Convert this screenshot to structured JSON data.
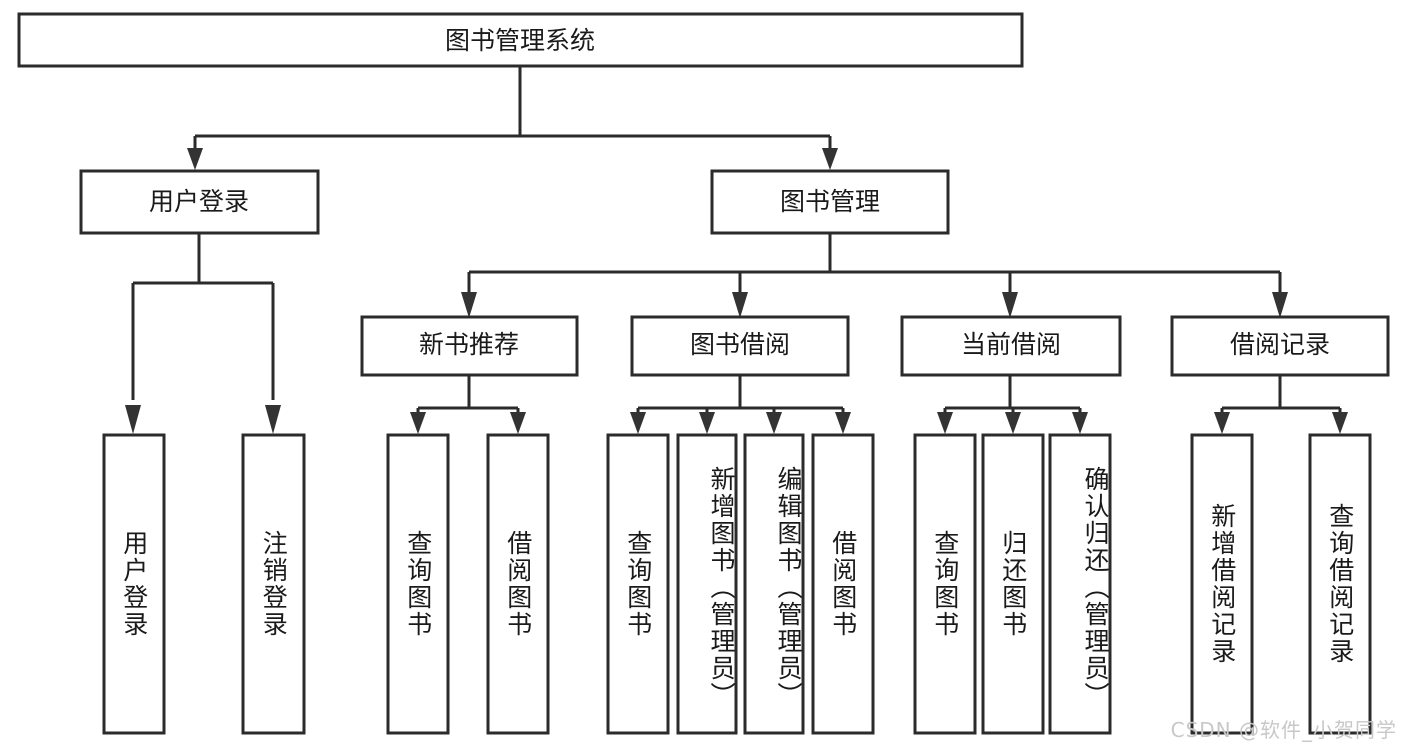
{
  "diagram": {
    "kind": "tree-hierarchy-chart",
    "title": "图书管理系统",
    "watermark": "CSDN @软件_小贺同学",
    "colors": {
      "box_stroke": "#2b2b2b",
      "box_fill": "#ffffff",
      "connector": "#2b2b2b",
      "text": "#1a1a1a",
      "watermark": "#c8c8c8",
      "background": "#ffffff"
    },
    "levels": {
      "root": "图书管理系统",
      "level2": [
        "用户登录",
        "图书管理"
      ],
      "level3": [
        "新书推荐",
        "图书借阅",
        "当前借阅",
        "借阅记录"
      ]
    },
    "nodes": {
      "root": {
        "label": "图书管理系统",
        "orientation": "horizontal"
      },
      "user_login": {
        "label": "用户登录",
        "orientation": "horizontal"
      },
      "book_manage": {
        "label": "图书管理",
        "orientation": "horizontal"
      },
      "new_book_rec": {
        "label": "新书推荐",
        "orientation": "horizontal"
      },
      "book_borrow": {
        "label": "图书借阅",
        "orientation": "horizontal"
      },
      "current_borrow": {
        "label": "当前借阅",
        "orientation": "horizontal"
      },
      "borrow_record": {
        "label": "借阅记录",
        "orientation": "horizontal"
      }
    },
    "leaves": [
      {
        "id": "leaf-user-login",
        "parent": "用户登录",
        "lines": [
          "用户登录"
        ]
      },
      {
        "id": "leaf-logout",
        "parent": "用户登录",
        "lines": [
          "注销登录"
        ]
      },
      {
        "id": "leaf-query-book-rec",
        "parent": "新书推荐",
        "lines": [
          "查询图书"
        ]
      },
      {
        "id": "leaf-borrow-book-rec",
        "parent": "新书推荐",
        "lines": [
          "借阅图书"
        ]
      },
      {
        "id": "leaf-query-book-bor",
        "parent": "图书借阅",
        "lines": [
          "查询图书"
        ]
      },
      {
        "id": "leaf-add-book-admin",
        "parent": "图书借阅",
        "lines": [
          "新增图书",
          "（管理员）"
        ]
      },
      {
        "id": "leaf-edit-book-admin",
        "parent": "图书借阅",
        "lines": [
          "编辑图书",
          "（管理员）"
        ]
      },
      {
        "id": "leaf-borrow-book-bor",
        "parent": "图书借阅",
        "lines": [
          "借阅图书"
        ]
      },
      {
        "id": "leaf-query-book-cur",
        "parent": "当前借阅",
        "lines": [
          "查询图书"
        ]
      },
      {
        "id": "leaf-return-book",
        "parent": "当前借阅",
        "lines": [
          "归还图书"
        ]
      },
      {
        "id": "leaf-confirm-return",
        "parent": "当前借阅",
        "lines": [
          "确认归还",
          "（管理员）"
        ]
      },
      {
        "id": "leaf-add-borrow-record",
        "parent": "借阅记录",
        "lines": [
          "新增借阅记录"
        ]
      },
      {
        "id": "leaf-query-borrow-record",
        "parent": "借阅记录",
        "lines": [
          "查询借阅记录"
        ]
      }
    ]
  }
}
